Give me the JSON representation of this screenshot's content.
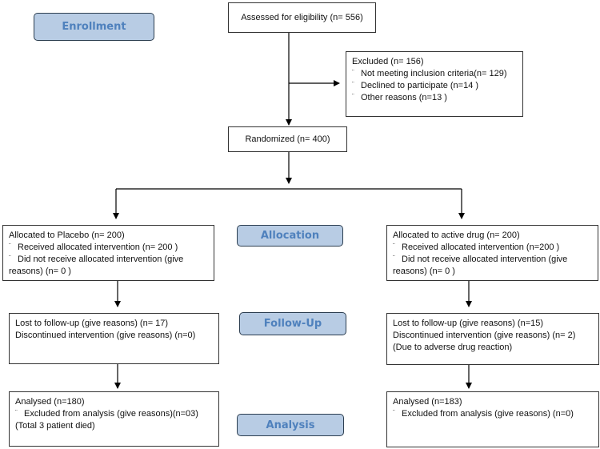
{
  "colors": {
    "stage_fill": "#b8cce4",
    "stage_text": "#4f81bd",
    "line": "#000000"
  },
  "stages": {
    "enrollment": "Enrollment",
    "allocation": "Allocation",
    "follow_up": "Follow-Up",
    "analysis": "Analysis"
  },
  "bullet_icon": "¨",
  "assessed": "Assessed for eligibility (n= 556)",
  "excluded": {
    "title": "Excluded (n= 156)",
    "items": [
      "Not meeting inclusion criteria(n= 129)",
      "Declined to participate (n=14  )",
      "Other reasons (n=13  )"
    ]
  },
  "randomized": "Randomized (n= 400)",
  "placebo": {
    "allocation": {
      "title": "Allocated to Placebo (n= 200)",
      "item1": "Received allocated intervention (n= 200 )",
      "item2_line1": "Did not receive allocated intervention (give",
      "item2_line2": "reasons) (n= 0 )"
    },
    "followup": {
      "line1": "Lost to follow-up (give reasons) (n= 17)",
      "line2": "Discontinued intervention (give reasons) (n=0)"
    },
    "analysis": {
      "title": "Analysed (n=180)",
      "item1": "Excluded from analysis (give reasons)(n=03)",
      "note": "(Total 3 patient died)"
    }
  },
  "active": {
    "allocation": {
      "title": "Allocated to active drug (n= 200)",
      "item1": "Received allocated intervention (n=200  )",
      "item2_line1": "Did not receive allocated intervention (give",
      "item2_line2": "reasons) (n= 0 )"
    },
    "followup": {
      "line1": "Lost to follow-up (give reasons) (n=15)",
      "line2": "Discontinued intervention (give reasons) (n= 2)",
      "line3": "(Due to adverse drug reaction)"
    },
    "analysis": {
      "title": "Analysed (n=183)",
      "item1": "Excluded from analysis (give reasons) (n=0)"
    }
  }
}
